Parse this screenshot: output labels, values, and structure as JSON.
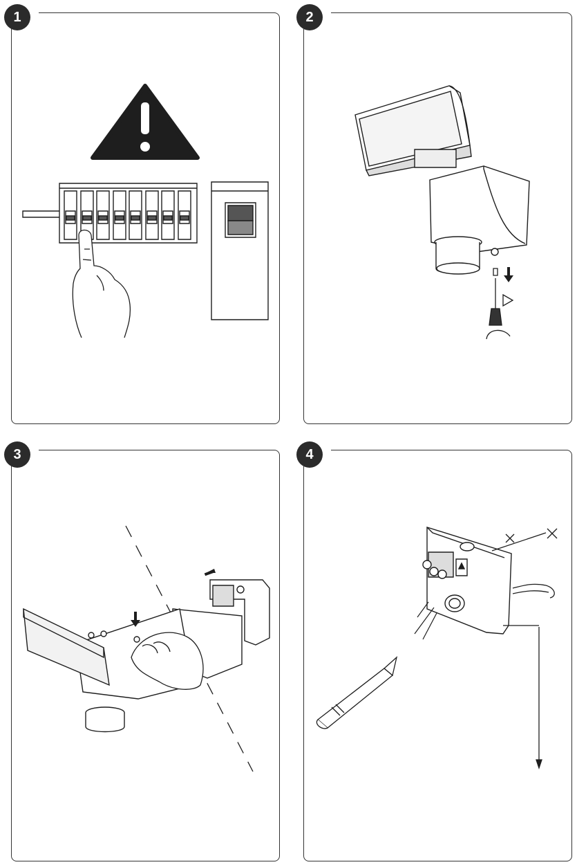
{
  "steps": [
    {
      "number": "1"
    },
    {
      "number": "2"
    },
    {
      "number": "3"
    },
    {
      "number": "4"
    }
  ],
  "icons": {
    "step1": [
      "warning-icon",
      "breaker-panel",
      "switch-box",
      "hand-icon"
    ],
    "step2": [
      "security-light",
      "screw-icon",
      "screwdriver-icon",
      "arrow-down-icon"
    ],
    "step3": [
      "security-light",
      "mounting-bracket",
      "hand-icon",
      "arrow-icon"
    ],
    "step4": [
      "mounting-bracket",
      "pencil-icon",
      "wire-icon",
      "measure-arrow"
    ]
  },
  "colors": {
    "ink": "#1a1a1a",
    "badge": "#2b2b2b",
    "panel_border": "#333333"
  }
}
